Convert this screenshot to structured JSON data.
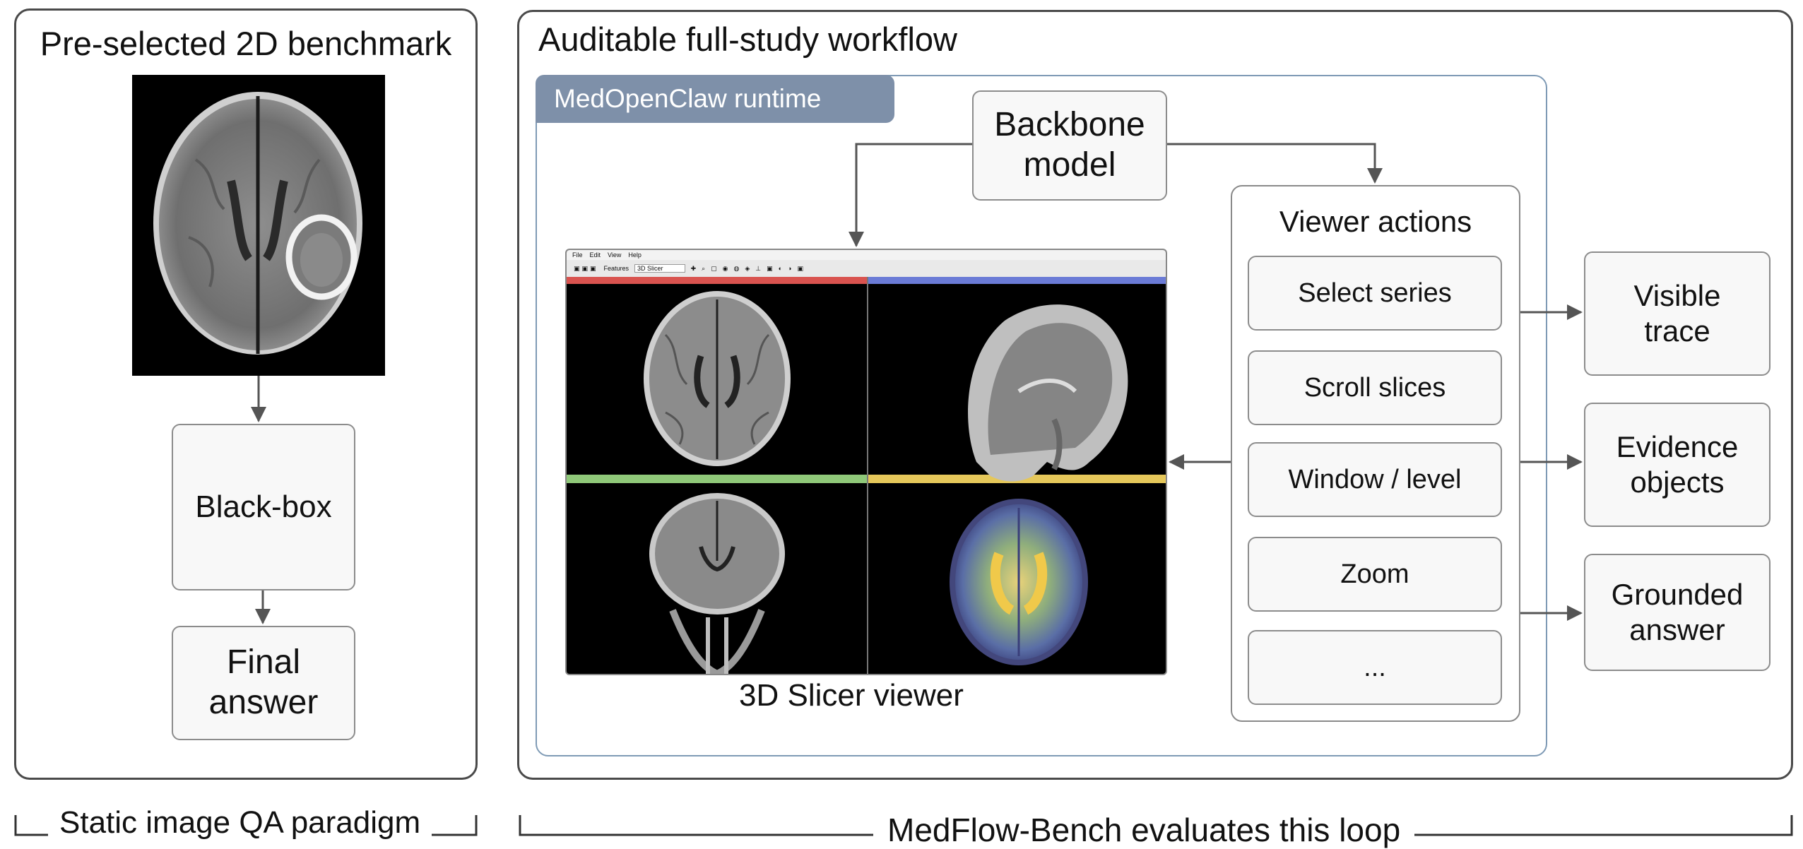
{
  "left_panel": {
    "title": "Pre-selected 2D benchmark",
    "node_blackbox": "Black-box",
    "node_final": "Final\nanswer"
  },
  "right_panel": {
    "title": "Auditable full-study workflow",
    "runtime_label": "MedOpenClaw runtime",
    "backbone": "Backbone\nmodel",
    "viewer_caption": "3D Slicer viewer",
    "viewer_actions_title": "Viewer actions",
    "actions": [
      "Select series",
      "Scroll slices",
      "Window / level",
      "Zoom",
      "..."
    ],
    "outputs": [
      "Visible\ntrace",
      "Evidence\nobjects",
      "Grounded\nanswer"
    ]
  },
  "viewer_toolbar": {
    "menu": [
      "File",
      "Edit",
      "View",
      "Help"
    ],
    "module_label": "Features",
    "module_value": "3D Slicer"
  },
  "footer": {
    "left_caption": "Static image QA paradigm",
    "right_caption": "MedFlow-Bench evaluates this loop"
  }
}
